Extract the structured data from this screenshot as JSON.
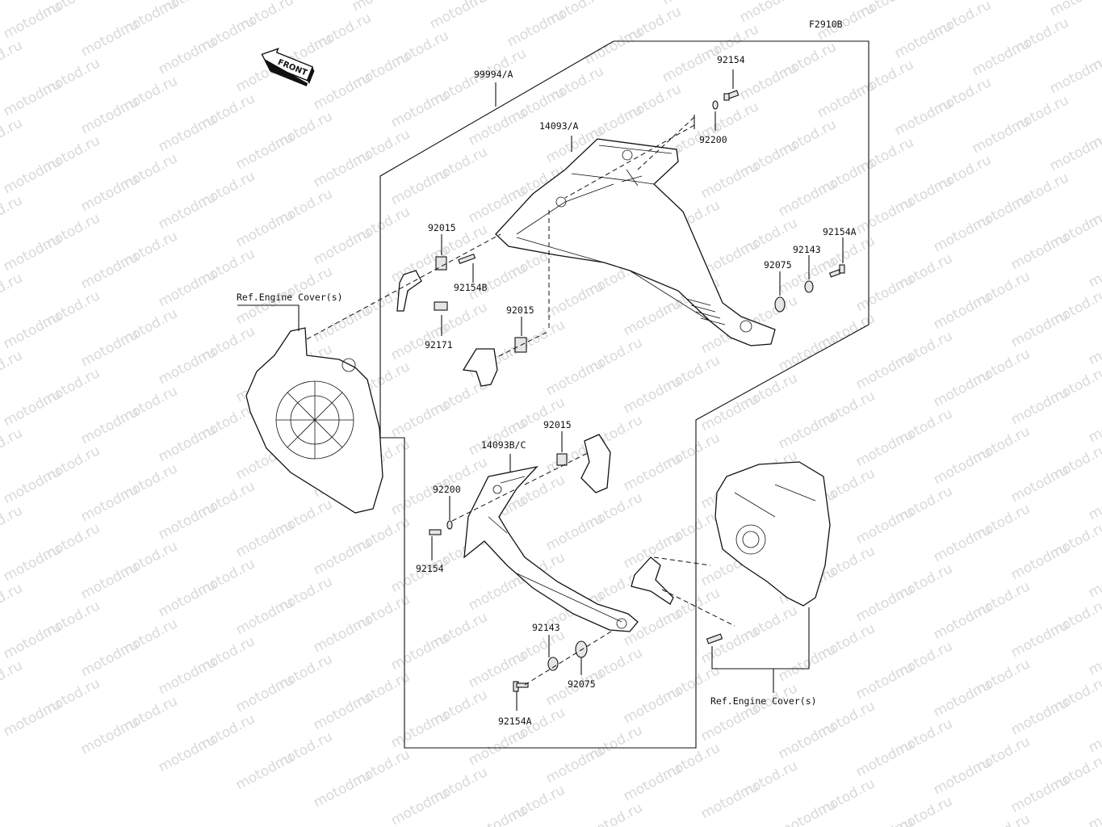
{
  "figure_code": "F2910B",
  "front_label": "FRONT",
  "watermark": "motod.ru",
  "labels": {
    "kit": "99994/A",
    "cover_upper": "14093/A",
    "cover_lower": "14093B/C",
    "bolt_top": "92154",
    "washer_top": "92200",
    "collar_upper": "92015",
    "bolt_upper": "92154B",
    "collar_mid": "92015",
    "clip": "92171",
    "grommet_upper": "92075",
    "washer_upper": "92143",
    "bolt_upper_right": "92154A",
    "collar_lower": "92015",
    "washer_lower_left": "92200",
    "bolt_lower_left": "92154",
    "washer_lower": "92143",
    "grommet_lower": "92075",
    "bolt_lower": "92154A",
    "ref_left": "Ref.Engine Cover(s)",
    "ref_right": "Ref.Engine Cover(s)"
  }
}
